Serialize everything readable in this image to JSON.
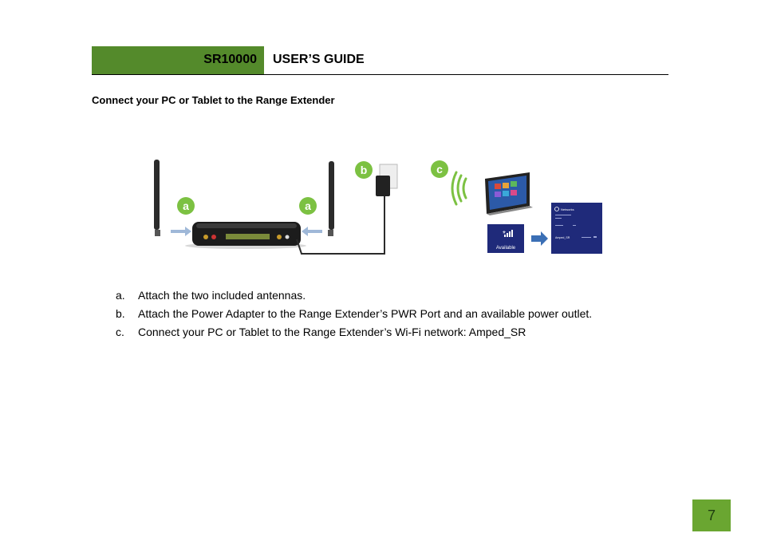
{
  "header": {
    "model": "SR10000",
    "title": "USER’S GUIDE"
  },
  "section": {
    "heading": "Connect your PC or Tablet to the Range Extender"
  },
  "figure": {
    "callouts": [
      "a",
      "a",
      "b",
      "c"
    ],
    "available_tile_label": "Available",
    "network_panel": {
      "title": "Networks",
      "network_name": "Amped_SR"
    }
  },
  "steps": [
    {
      "marker": "a.",
      "text": "Attach the two included antennas."
    },
    {
      "marker": "b.",
      "text": "Attach the Power Adapter to the Range Extender’s PWR Port and an available power outlet."
    },
    {
      "marker": "c.",
      "text": "Connect your PC or Tablet to the Range Extender’s Wi-Fi network: Amped_SR"
    }
  ],
  "page_number": "7",
  "colors": {
    "brand_green": "#548a2b",
    "callout_green": "#7cc142",
    "page_green": "#6aa631",
    "win_blue": "#1f2a7a"
  }
}
